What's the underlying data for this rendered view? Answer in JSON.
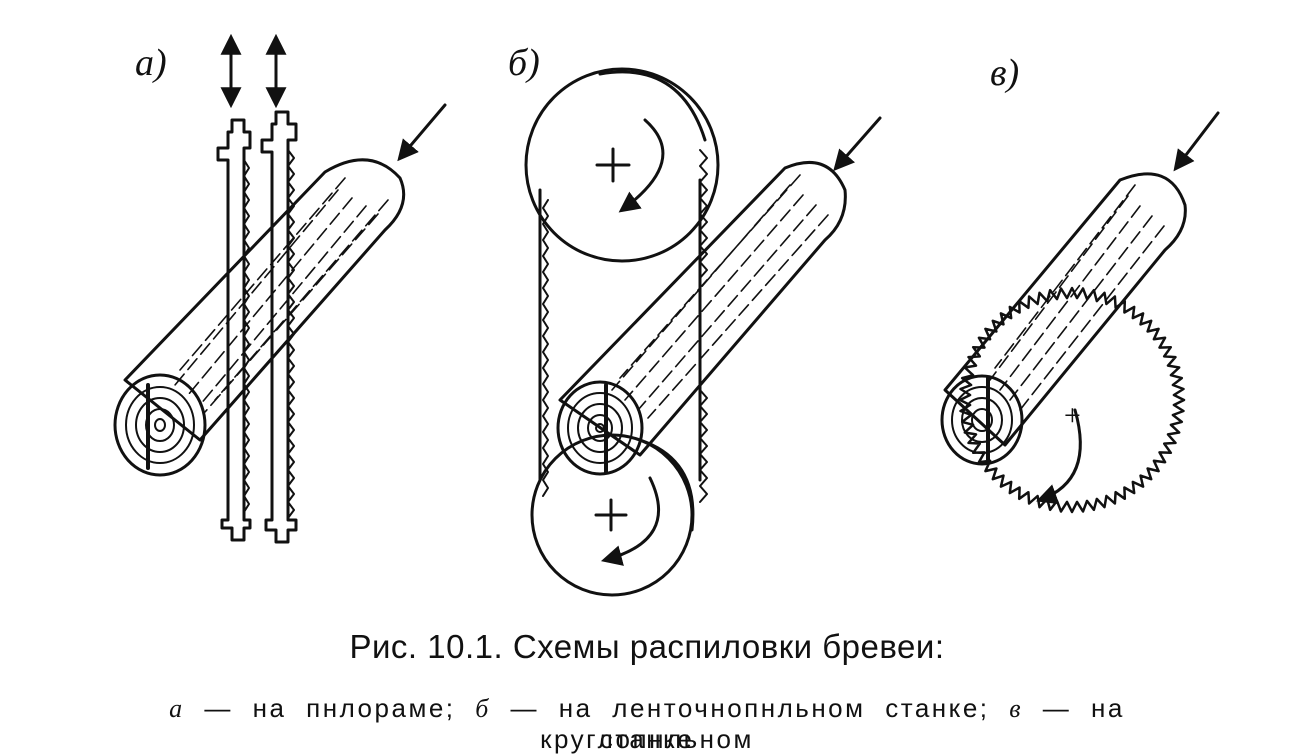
{
  "figure": {
    "panels": [
      {
        "label": "а)"
      },
      {
        "label": "б)"
      },
      {
        "label": "в)"
      }
    ]
  },
  "caption": {
    "title": "Рис. 10.1. Схемы распиловки бревеи:",
    "items": [
      {
        "letter": "а",
        "text": " — на пнлораме;"
      },
      {
        "letter": "б",
        "text": " — на ленточнопнльном станке;"
      },
      {
        "letter": "в",
        "text": " — на круглопнльном"
      }
    ],
    "continuation": "станке"
  },
  "colors": {
    "ink": "#111111",
    "paper": "#ffffff"
  }
}
